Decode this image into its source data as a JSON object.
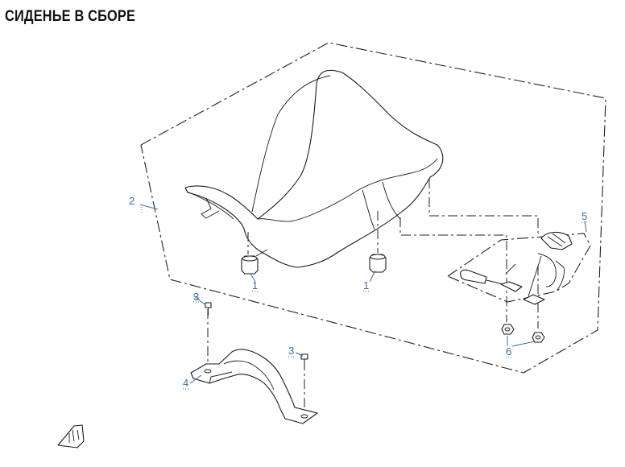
{
  "title": "СИДЕНЬЕ В СБОРЕ",
  "callouts": [
    {
      "label": "1"
    },
    {
      "label": "1"
    },
    {
      "label": "2"
    },
    {
      "label": "3"
    },
    {
      "label": "3"
    },
    {
      "label": "4"
    },
    {
      "label": "5"
    },
    {
      "label": "6"
    }
  ],
  "colors": {
    "callout": "#3a6ea5",
    "line": "#1a1a1a"
  },
  "icons": [
    "front-direction-arrow-icon"
  ]
}
